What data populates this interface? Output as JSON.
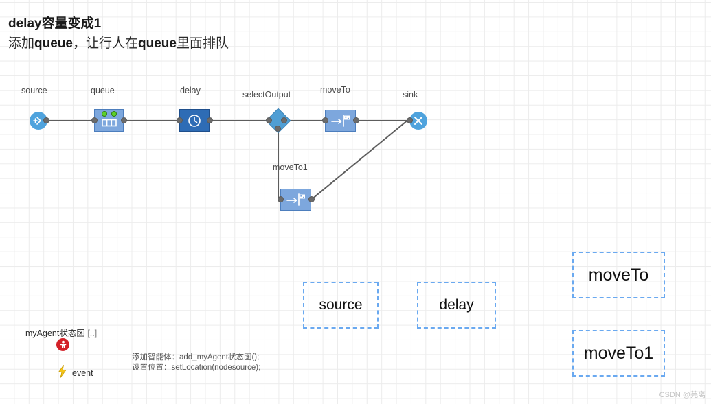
{
  "title": {
    "line1": "delay容量变成1",
    "line2_a": "添加",
    "line2_b": "queue",
    "line2_c": "，让行人在",
    "line2_d": "queue",
    "line2_e": "里面排队",
    "line2_full": "添加queue，让行人在queue里面排队"
  },
  "flow": {
    "nodes": [
      {
        "id": "source",
        "label": "source",
        "icon": "source-arrow-icon",
        "shape": "circle",
        "color": "#4fa3dd"
      },
      {
        "id": "queue",
        "label": "queue",
        "icon": "queue-icon",
        "shape": "rect",
        "color": "#7da7dd"
      },
      {
        "id": "delay",
        "label": "delay",
        "icon": "clock-icon",
        "shape": "rect",
        "color": "#2e6cb5"
      },
      {
        "id": "selectOutput",
        "label": "selectOutput",
        "icon": "diamond-icon",
        "shape": "diamond",
        "color": "#4f9ed4"
      },
      {
        "id": "moveTo",
        "label": "moveTo",
        "icon": "arrow-flag-icon",
        "shape": "rect",
        "color": "#7da7dd"
      },
      {
        "id": "sink",
        "label": "sink",
        "icon": "close-x-icon",
        "shape": "circle",
        "color": "#4fa3dd"
      },
      {
        "id": "moveTo1",
        "label": "moveTo1",
        "icon": "arrow-flag-icon",
        "shape": "rect",
        "color": "#7da7dd"
      }
    ]
  },
  "placeholders": [
    {
      "id": "source-box",
      "label": "source"
    },
    {
      "id": "delay-box",
      "label": "delay"
    },
    {
      "id": "moveto-box",
      "label": "moveTo"
    },
    {
      "id": "moveto1-box",
      "label": "moveTo1"
    }
  ],
  "agent": {
    "state_chart_label": "myAgent状态图",
    "state_chart_suffix": "[..]",
    "event_label": "event",
    "code_line1": "添加智能体：add_myAgent状态图();",
    "code_line2": "设置位置：setLocation(nodesource);"
  },
  "watermark": "CSDN @芫离",
  "colors": {
    "grid": "#ececec",
    "light_blue": "#7da7dd",
    "dark_blue": "#2e6cb5",
    "circle_blue": "#4fa3dd",
    "dashed_blue": "#6aa9f0",
    "agent_red": "#d32027",
    "event_yellow": "#f5c518",
    "connector_gray": "#5d5d5d"
  }
}
